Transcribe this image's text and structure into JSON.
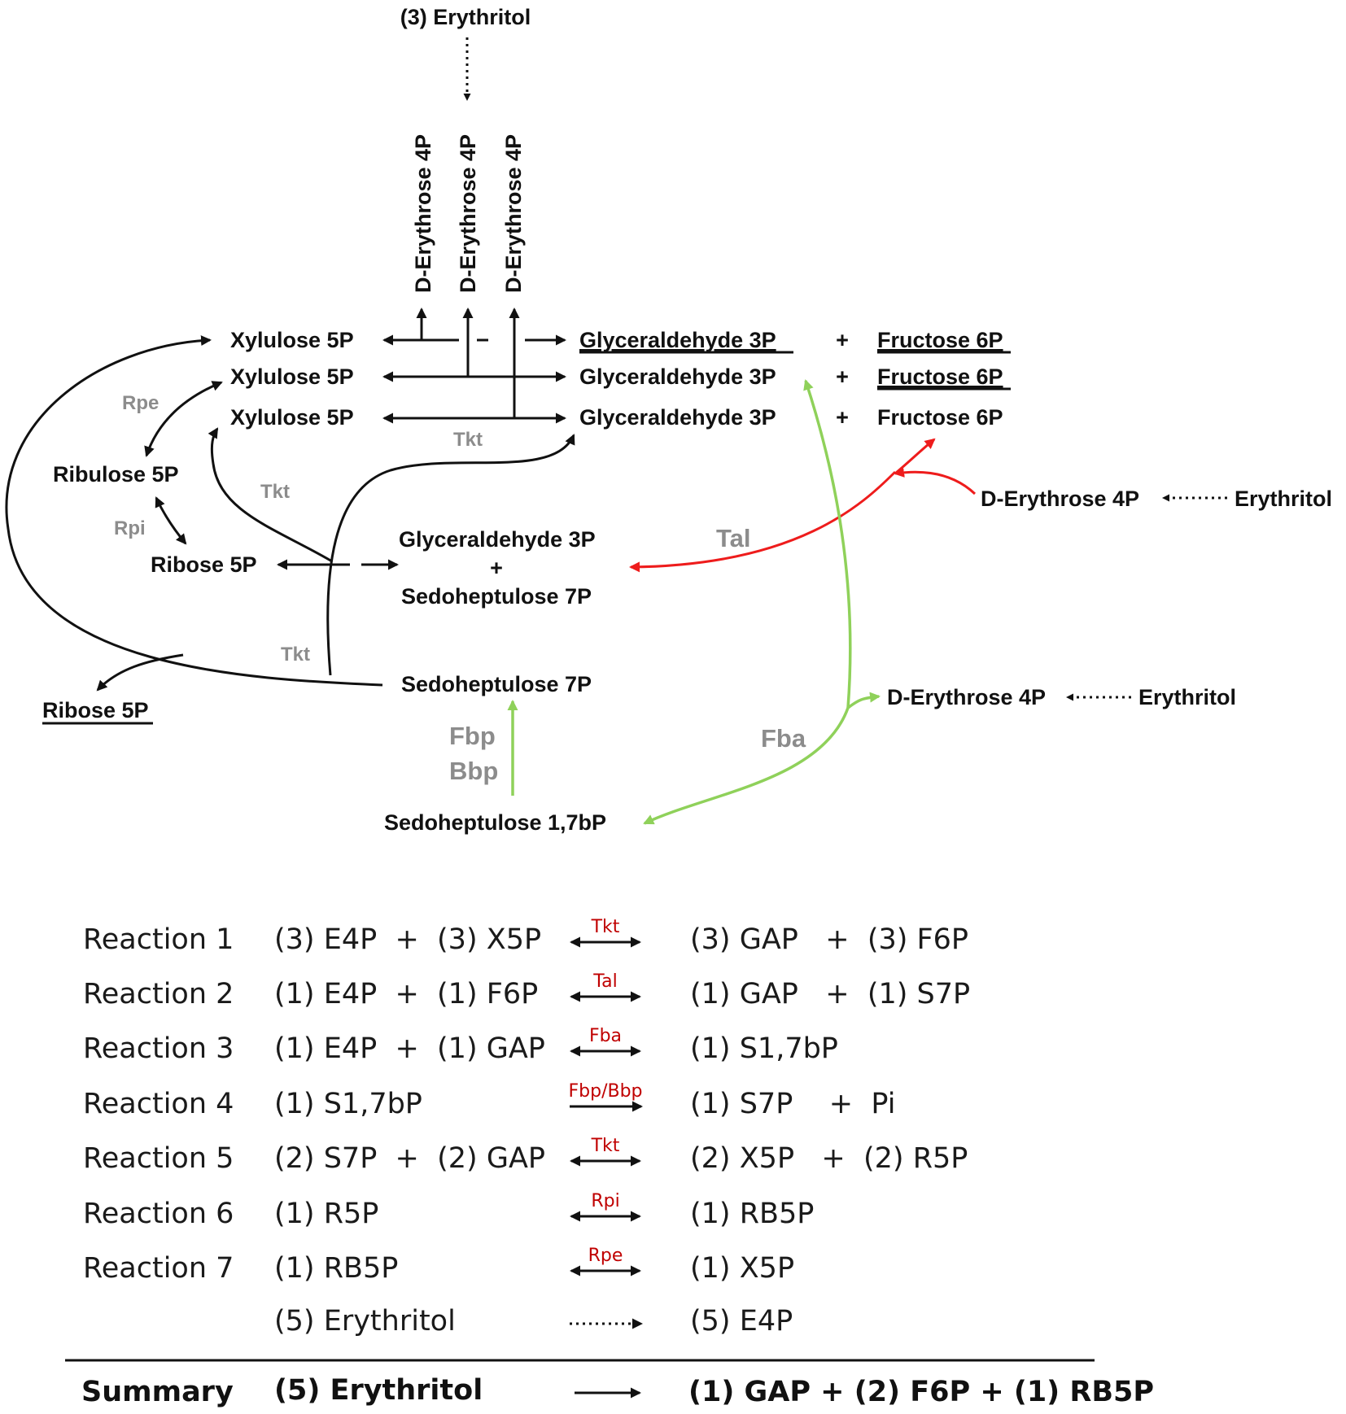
{
  "pathway": {
    "top_source": "(3) Erythritol",
    "e4p_vertical": [
      "D-Erythrose 4P",
      "D-Erythrose 4P",
      "D-Erythrose 4P"
    ],
    "x5p": [
      "Xylulose 5P",
      "Xylulose 5P",
      "Xylulose 5P"
    ],
    "gap_rows": [
      "Glyceraldehyde 3P",
      "Glyceraldehyde 3P",
      "Glyceraldehyde 3P"
    ],
    "plus": "+",
    "f6p_rows": [
      "Fructose 6P",
      "Fructose 6P",
      "Fructose 6P"
    ],
    "ribulose": "Ribulose 5P",
    "ribose": "Ribose 5P",
    "ribose_out": "Ribose 5P",
    "gap_center": "Glyceraldehyde 3P",
    "s7p_center": "Sedoheptulose 7P",
    "s7p_lower": "Sedoheptulose 7P",
    "s17bp": "Sedoheptulose 1,7bP",
    "e4p_tal": "D-Erythrose 4P",
    "erythritol_tal": "Erythritol",
    "e4p_fba": "D-Erythrose 4P",
    "erythritol_fba": "Erythritol",
    "enzymes": {
      "rpe": "Rpe",
      "rpi": "Rpi",
      "tkt_top": "Tkt",
      "tkt_mid": "Tkt",
      "tkt_low": "Tkt",
      "tal": "Tal",
      "fbp": "Fbp",
      "bbp": "Bbp",
      "fba": "Fba"
    }
  },
  "reactions": [
    {
      "label": "Reaction 1",
      "left": "(3) E4P  +  (3) X5P",
      "enzyme": "Tkt",
      "right": "(3) GAP   +  (3) F6P"
    },
    {
      "label": "Reaction 2",
      "left": "(1) E4P  +  (1) F6P",
      "enzyme": "Tal",
      "right": "(1) GAP   +  (1) S7P"
    },
    {
      "label": "Reaction 3",
      "left": "(1) E4P  +  (1) GAP",
      "enzyme": "Fba",
      "right": "(1) S1,7bP"
    },
    {
      "label": "Reaction 4",
      "left": "(1) S1,7bP",
      "enzyme": "Fbp/Bbp",
      "right": "(1) S7P    +  Pi"
    },
    {
      "label": "Reaction 5",
      "left": "(2) S7P  +  (2) GAP",
      "enzyme": "Tkt",
      "right": "(2) X5P   +  (2) R5P"
    },
    {
      "label": "Reaction 6",
      "left": "(1) R5P",
      "enzyme": "Rpi",
      "right": "(1) RB5P"
    },
    {
      "label": "Reaction 7",
      "left": "(1) RB5P",
      "enzyme": "Rpe",
      "right": "(1) X5P"
    },
    {
      "label": "",
      "left": "(5) Erythritol",
      "enzyme": "",
      "right": "(5) E4P"
    }
  ],
  "summary": {
    "label": "Summary",
    "left": "(5) Erythritol",
    "right": "(1) GAP + (2) F6P + (1) RB5P"
  },
  "colors": {
    "black_arrows": "#111111",
    "tal_arrow": "#ee1c1c",
    "fba_fbp_arrow": "#8fd15a",
    "enzyme_label_grey": "#8c8c8c",
    "enzyme_label_red": "#c00000"
  }
}
